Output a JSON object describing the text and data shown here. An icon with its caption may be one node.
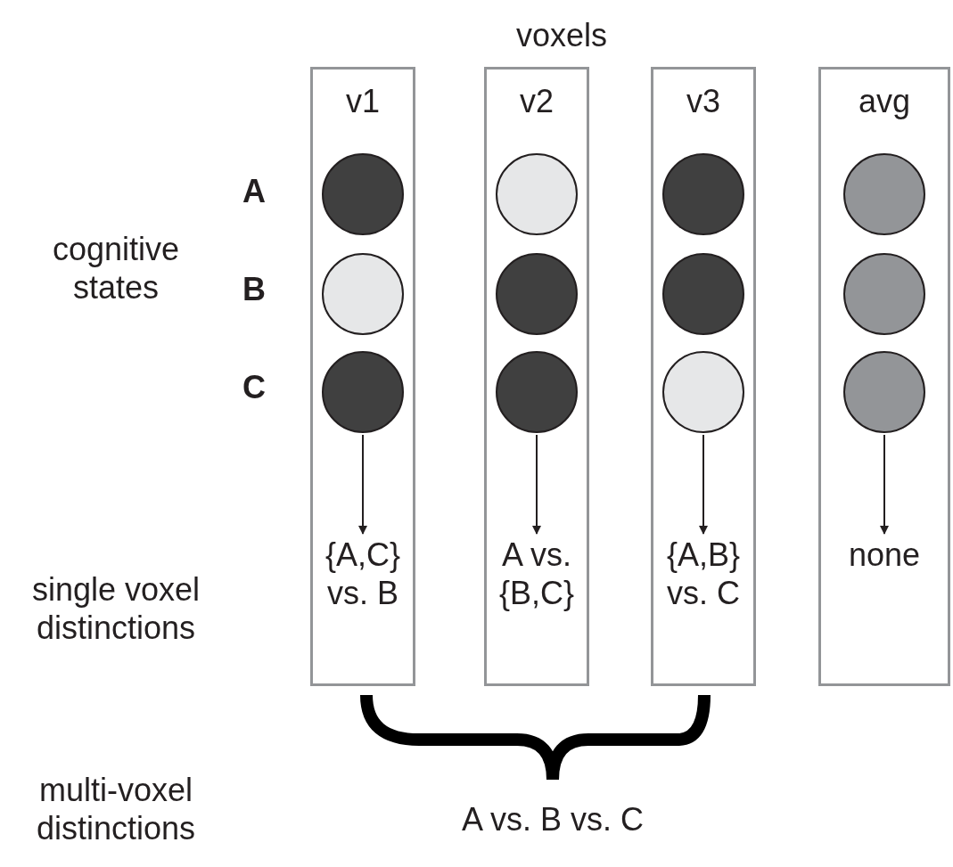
{
  "diagram": {
    "nodes": [
      {
        "text": [
          "v1"
        ]
      },
      {
        "text": [],
        "shape": "circle",
        "in": 0
      },
      {
        "text": [],
        "shape": "circle",
        "in": 0
      },
      {
        "text": [],
        "shape": "circle",
        "in": 0
      },
      {
        "text": [
          "{A,C} vs. B"
        ],
        "in": 0
      },
      {
        "text": [
          "v2"
        ]
      },
      {
        "text": [],
        "shape": "circle",
        "in": 5
      },
      {
        "text": [],
        "shape": "circle",
        "in": 5
      },
      {
        "text": [],
        "shape": "circle",
        "in": 5
      },
      {
        "text": [
          "A vs. {B,C}"
        ],
        "in": 5
      },
      {
        "text": [
          "v3"
        ]
      },
      {
        "text": [],
        "shape": "circle",
        "in": 10
      },
      {
        "text": [],
        "shape": "circle",
        "in": 10
      },
      {
        "text": [],
        "shape": "circle",
        "in": 10
      },
      {
        "text": [
          "{A,B} vs. C"
        ],
        "in": 10
      },
      {
        "text": [
          "avg"
        ]
      },
      {
        "text": [],
        "shape": "circle",
        "in": 15
      },
      {
        "text": [],
        "shape": "circle",
        "in": 15
      },
      {
        "text": [],
        "shape": "circle",
        "in": 15
      },
      {
        "text": [
          "none"
        ],
        "in": 15
      }
    ],
    "edges": [
      {
        "from": 3,
        "to": 4,
        "arrow": "to"
      },
      {
        "from": 8,
        "to": 9,
        "arrow": "to"
      },
      {
        "from": 13,
        "to": 14,
        "arrow": "to"
      },
      {
        "from": 18,
        "to": 19,
        "arrow": "to"
      }
    ],
    "labels": [
      "voxels",
      "A",
      "cognitive states",
      "B",
      "C",
      "single voxel distinctions",
      "multi-voxel distinctions",
      "A vs. B vs. C"
    ]
  }
}
